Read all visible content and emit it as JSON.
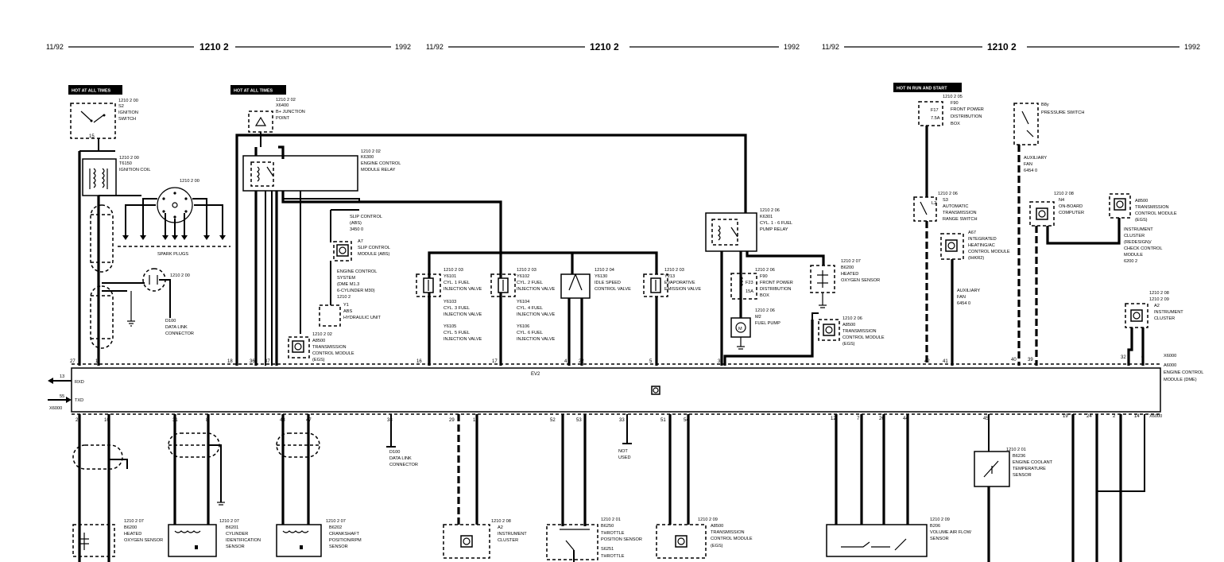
{
  "header": [
    {
      "left": "11/92",
      "code": "1210 2",
      "right": "1992"
    },
    {
      "left": "11/92",
      "code": "1210 2",
      "right": "1992"
    },
    {
      "left": "11/92",
      "code": "1210 2",
      "right": "1992"
    }
  ],
  "banners": [
    "HOT AT ALL TIMES",
    "HOT AT ALL TIMES",
    "HOT IN RUN AND START"
  ],
  "ecm": {
    "label": "EV2",
    "ref": "A6000",
    "lines": [
      "ENGINE CONTROL",
      "MODULE (DME)"
    ],
    "connector_top": "X6000",
    "connector_bottom": "X6000",
    "connector_left": "X6000",
    "rxd": "RXD",
    "txd": "TXD",
    "rxd_pin": "13",
    "txd_pin": "55",
    "top_pins": [
      "27",
      "1",
      "18",
      "36",
      "37",
      "16",
      "17",
      "4",
      "22",
      "5",
      "3",
      "42",
      "41",
      "40",
      "39",
      "32",
      "6"
    ],
    "bottom_pins": [
      "28",
      "10",
      "31",
      "8",
      "48",
      "47",
      "38",
      "29",
      "15",
      "52",
      "53",
      "33",
      "51",
      "54",
      "12",
      "7",
      "26",
      "44",
      "45",
      "19",
      "24",
      "2",
      "14"
    ]
  },
  "components": {
    "s2": [
      "1210 2 00",
      "S2",
      "IGNITION",
      "SWITCH"
    ],
    "s2_pin": "15",
    "t6150": [
      "1210 2 00",
      "T6150",
      "IGNITION COIL"
    ],
    "distributor": [
      "1210 2 00"
    ],
    "spark_plugs": "SPARK PLUGS",
    "d100_top_ref": "1210 2 00",
    "d100_top": [
      "D100",
      "DATA LINK",
      "CONNECTOR"
    ],
    "x6400": [
      "1210 2 02",
      "X6400",
      "B+ JUNCTION",
      "POINT"
    ],
    "k6300": [
      "1210 2 02",
      "K6300",
      "ENGINE CONTROL",
      "MODULE RELAY"
    ],
    "slip": [
      "SLIP CONTROL",
      "(ABS)",
      "3450 0"
    ],
    "a7": [
      "A7",
      "SLIP CONTROL",
      "MODULE (ABS)"
    ],
    "ecs": [
      "ENGINE CONTROL",
      "SYSTEM",
      "(DME M1.3",
      "6-CYLINDER M30)",
      "1210 2"
    ],
    "y1": [
      "Y1",
      "ABS",
      "HYDRAULIC UNIT"
    ],
    "a8500a": [
      "1210 2 02",
      "A8500",
      "TRANSMISSION",
      "CONTROL MODULE",
      "(EGS)"
    ],
    "y6101": [
      "1210 2 03",
      "Y6101",
      "CYL. 1 FUEL",
      "INJECTION VALVE",
      "Y6103",
      "CYL. 3 FUEL",
      "INJECTION VALVE",
      "Y6105",
      "CYL. 5 FUEL",
      "INJECTION VALVE"
    ],
    "y6102": [
      "1210 2 03",
      "Y6102",
      "CYL. 2 FUEL",
      "INJECTION VALVE",
      "Y6104",
      "CYL. 4 FUEL",
      "INJECTION VALVE",
      "Y6106",
      "CYL. 6 FUEL",
      "INJECTION VALVE"
    ],
    "y6130": [
      "1210 2 04",
      "Y6130",
      "IDLE SPEED",
      "CONTROL VALVE"
    ],
    "y213": [
      "1210 2 03",
      "Y213",
      "EVAPORATIVE",
      "EMISSION VALVE"
    ],
    "k6301": [
      "1210 2 06",
      "K6301",
      "CYL. 1 - 6 FUEL",
      "PUMP RELAY"
    ],
    "f90b": [
      "1210 2 06",
      "F90",
      "FRONT POWER",
      "DISTRIBUTION",
      "BOX"
    ],
    "f23": [
      "F23",
      "15A"
    ],
    "m2": [
      "1210 2 06",
      "M2",
      "FUEL PUMP"
    ],
    "b6200b": [
      "1210 2 07",
      "B6200",
      "HEATED",
      "OXYGEN SENSOR"
    ],
    "a8500b": [
      "1210 2 06",
      "A8500",
      "TRANSMISSION",
      "CONTROL MODULE",
      "(EGS)"
    ],
    "f90a": [
      "1210 2 05",
      "F90",
      "FRONT POWER",
      "DISTRIBUTION",
      "BOX"
    ],
    "f17": [
      "F17",
      "7.5A"
    ],
    "s3": [
      "1210 2 06",
      "S3",
      "AUTOMATIC",
      "TRANSMISSION",
      "RANGE SWITCH"
    ],
    "s3_pin": "L2",
    "a67": [
      "A67",
      "INTEGRATED",
      "HEATING/AC",
      "CONTROL MODULE",
      "(IHKR2)"
    ],
    "aux": [
      "AUXILIARY",
      "FAN",
      "6454 0"
    ],
    "b8y": [
      "B8y",
      "PRESSURE SWITCH"
    ],
    "aux2": [
      "AUXILIARY",
      "FAN",
      "6454 0"
    ],
    "n4": [
      "1210 2 08",
      "N4",
      "ON-BOARD",
      "COMPUTER"
    ],
    "a8500c": [
      "A8500",
      "TRANSMISSION",
      "CONTROL MODULE",
      "(EGS)"
    ],
    "ic_note": [
      "INSTRUMENT",
      "CLUSTER",
      "(REDESIGN)/",
      "CHECK CONTROL",
      "MODULE",
      "6200 2"
    ],
    "a2top": [
      "1210 2 08",
      "1210 2 09",
      "A2",
      "INSTRUMENT",
      "CLUSTER"
    ],
    "b6200a": [
      "1210 2 07",
      "B6200",
      "HEATED",
      "OXYGEN SENSOR"
    ],
    "b6201": [
      "1210 2 07",
      "B6201",
      "CYLINDER",
      "IDENTIFICATION",
      "SENSOR"
    ],
    "b6202": [
      "1210 2 07",
      "B6202",
      "CRANKSHAFT",
      "POSITION/RPM",
      "SENSOR"
    ],
    "d100_bot": [
      "D100",
      "DATA LINK",
      "CONNECTOR"
    ],
    "a2bot": [
      "1210 2 08",
      "A2",
      "INSTRUMENT",
      "CLUSTER"
    ],
    "b6250": [
      "1210 2 01",
      "B6250",
      "THROTTLE",
      "POSITION SENSOR",
      "S6251",
      "THROTTLE"
    ],
    "not_used": [
      "NOT",
      "USED"
    ],
    "a8500d": [
      "1210 2 09",
      "A8500",
      "TRANSMISSION",
      "CONTROL MODULE",
      "(EGS)"
    ],
    "b6236": [
      "1210 2 01",
      "B6236",
      "ENGINE COOLANT",
      "TEMPERATURE",
      "SENSOR"
    ],
    "b206": [
      "1210 2 09",
      "B206",
      "VOLUME AIR FLOW",
      "SENSOR"
    ]
  }
}
